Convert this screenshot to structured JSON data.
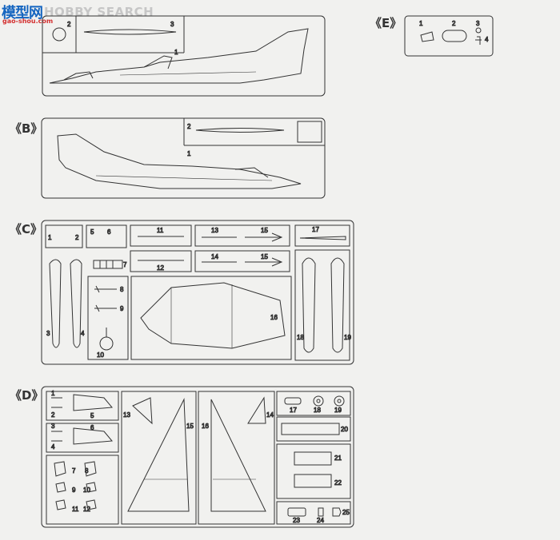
{
  "watermark": {
    "logo": "模型网",
    "brand": "HOBBY SEARCH",
    "site": "gao-shou.com"
  },
  "sections": [
    {
      "id": "A",
      "label": ""
    },
    {
      "id": "B",
      "label": "《B》"
    },
    {
      "id": "C",
      "label": "《C》"
    },
    {
      "id": "D",
      "label": "《D》"
    },
    {
      "id": "E",
      "label": "《E》"
    }
  ],
  "parts": {
    "A": [
      "2",
      "3",
      "1"
    ],
    "B": [
      "2",
      "1"
    ],
    "C": [
      "1",
      "2",
      "5",
      "6",
      "11",
      "13",
      "15",
      "17",
      "7",
      "12",
      "14",
      "15",
      "8",
      "9",
      "3",
      "4",
      "10",
      "16",
      "18",
      "19"
    ],
    "D": [
      "1",
      "2",
      "5",
      "3",
      "4",
      "6",
      "7",
      "8",
      "9",
      "10",
      "11",
      "12",
      "13",
      "15",
      "16",
      "14",
      "17",
      "18",
      "19",
      "20",
      "21",
      "22",
      "23",
      "24",
      "25"
    ],
    "E": [
      "1",
      "2",
      "3",
      "4"
    ]
  },
  "colors": {
    "line": "#333333",
    "paper": "#f1f1ef",
    "logo_blue": "#1565c0",
    "logo_red": "#d32f2f"
  }
}
